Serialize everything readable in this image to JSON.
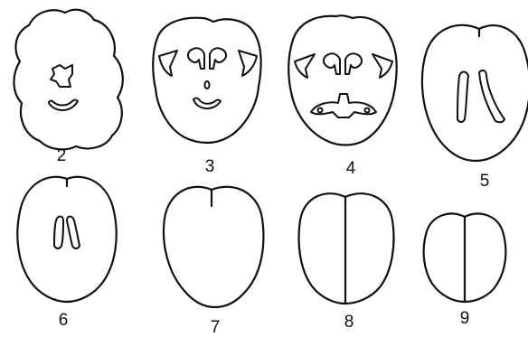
{
  "figure": {
    "panels": [
      {
        "id": "p2",
        "label": "2"
      },
      {
        "id": "p3",
        "label": "3"
      },
      {
        "id": "p4",
        "label": "4"
      },
      {
        "id": "p5",
        "label": "5"
      },
      {
        "id": "p6",
        "label": "6"
      },
      {
        "id": "p7",
        "label": "7"
      },
      {
        "id": "p8",
        "label": "8"
      },
      {
        "id": "p9",
        "label": "9"
      }
    ]
  }
}
